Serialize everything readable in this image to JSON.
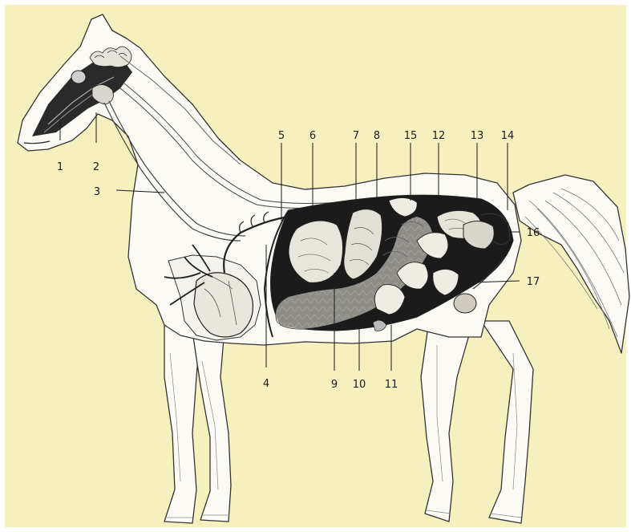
{
  "colors": {
    "background": "#f6efbe",
    "frame": "#ffffff",
    "body": "#fbfaf4",
    "outline": "#333333",
    "cavity": "#1b1b1b",
    "organ": "#ece9df",
    "mane": "#555555"
  },
  "labels": [
    "1",
    "2",
    "3",
    "4",
    "5",
    "6",
    "7",
    "8",
    "9",
    "10",
    "11",
    "12",
    "13",
    "14",
    "15",
    "16",
    "17"
  ]
}
